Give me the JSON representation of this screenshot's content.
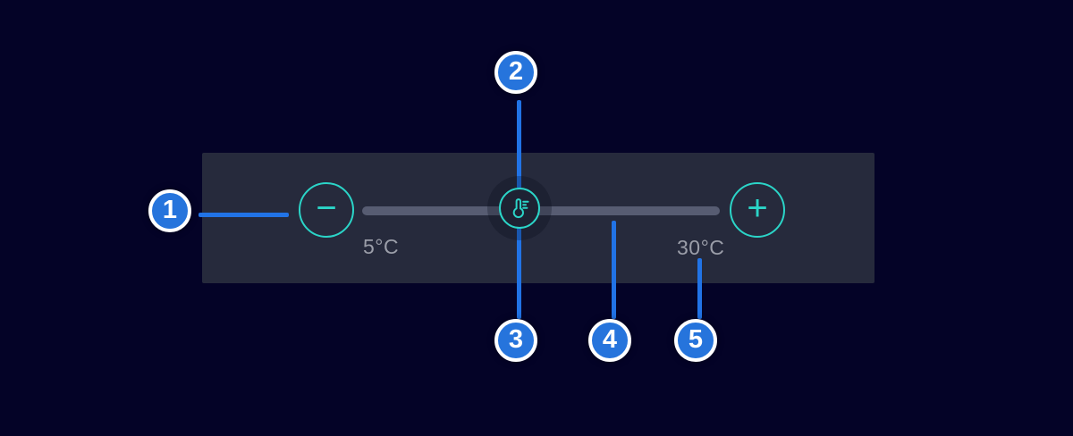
{
  "colors": {
    "page_bg": "#040327",
    "panel_bg": "#262a3c",
    "accent_teal": "#2bd5c8",
    "callout_blue": "#2674dc",
    "connector_blue": "#2173e6",
    "track_gray": "#575c72",
    "label_gray": "#9b9ea9",
    "callout_ring": "#ffffff",
    "handle_fill": "#1e2233",
    "number_white": "#ffffff"
  },
  "slider": {
    "min_label": "5°C",
    "max_label": "30°C"
  },
  "icons": {
    "minus": "−",
    "plus": "+",
    "handle": "thermometer-icon"
  },
  "callouts": [
    {
      "number": "1",
      "points_to": "decrease-temperature-button"
    },
    {
      "number": "2",
      "points_to": "slider-handle"
    },
    {
      "number": "3",
      "points_to": "slider-handle"
    },
    {
      "number": "4",
      "points_to": "slider-track"
    },
    {
      "number": "5",
      "points_to": "max-temperature-label"
    }
  ]
}
